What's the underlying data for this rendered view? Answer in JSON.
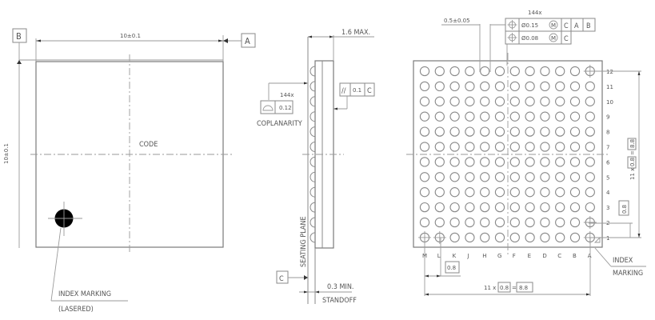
{
  "top_view": {
    "datum_b": "B",
    "datum_a": "A",
    "width_dim": "10±0.1",
    "height_dim": "10±0.1",
    "center_label": "CODE",
    "index_label_line1": "INDEX MARKING",
    "index_label_line2": "(LASERED)"
  },
  "side_view": {
    "height_dim": "1.6 MAX.",
    "parallelism_symbol": "//",
    "parallelism_value": "0.1",
    "parallelism_datum": "C",
    "coplanarity_count": "144x",
    "coplanarity_value": "0.12",
    "coplanarity_label": "COPLANARITY",
    "seating_plane_label": "SEATING PLANE",
    "datum_c": "C",
    "standoff_value": "0.3 MIN.",
    "standoff_label": "STANDOFF"
  },
  "bottom_view": {
    "ball_dia_dim": "0.5±0.05",
    "fcf_count": "144x",
    "fcf_row1": {
      "tolerance": "Ø0.15",
      "modifier": "M",
      "datums": [
        "C",
        "A",
        "B"
      ]
    },
    "fcf_row2": {
      "tolerance": "Ø0.08",
      "modifier": "M",
      "datums": [
        "C"
      ]
    },
    "rows": [
      "12",
      "11",
      "10",
      "9",
      "8",
      "7",
      "6",
      "5",
      "4",
      "3",
      "2",
      "1"
    ],
    "columns": [
      "M",
      "L",
      "K",
      "J",
      "H",
      "G",
      "F",
      "E",
      "D",
      "C",
      "B",
      "A"
    ],
    "ball_count": 144,
    "pitch_label": "0.8",
    "row_pitch_label": "0.8",
    "vert_span_prefix": "11 x",
    "vert_span_pitch": "0.8",
    "vert_span_total": "8.8",
    "horiz_span_prefix": "11 x",
    "horiz_span_pitch": "0.8",
    "horiz_span_eq": "=",
    "horiz_span_total": "8.8",
    "index_label_line1": "INDEX",
    "index_label_line2": "MARKING"
  }
}
